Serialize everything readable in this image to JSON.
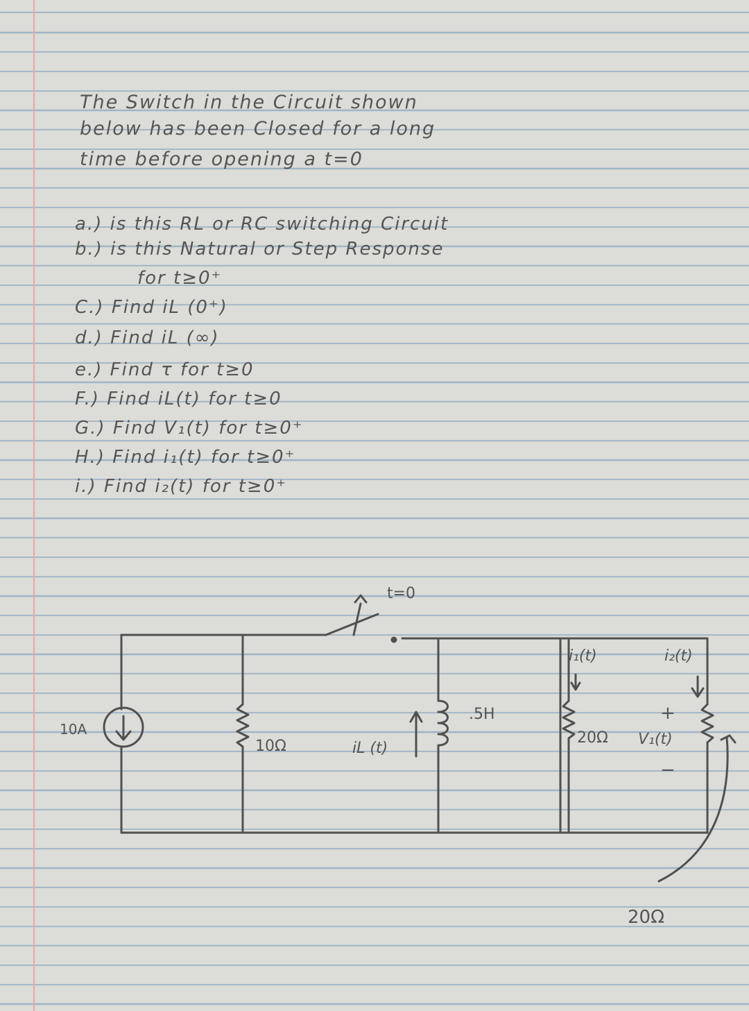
{
  "intro": {
    "line1": "The Switch in the      Circuit shown",
    "line2": "below has been Closed  for a long",
    "line3": "time before opening  a   t=0"
  },
  "questions": [
    "a.) is this RL or RC switching Circuit",
    "b.) is this Natural or Step Response",
    "for  t≥0⁺",
    "C.) Find  iL (0⁺)",
    "d.) Find iL (∞)",
    "e.) Find  τ for    t≥0",
    "F.) Find  iL(t) for t≥0",
    "G.) Find  V₁(t) for t≥0⁺",
    "H.) Find  i₁(t) for t≥0⁺",
    "i.) Find  i₂(t) for t≥0⁺"
  ],
  "circuit": {
    "switch_label": "t=0",
    "source_label": "10A",
    "r1_label": "10Ω",
    "iL_label": "iL (t)",
    "inductor_label": ".5H",
    "i1_label": "i₁(t)",
    "i2_label": "i₂(t)",
    "r2_label": "20Ω",
    "v1_label": "V₁(t)",
    "plus": "+",
    "minus": "−",
    "r3_label": "20Ω"
  },
  "colors": {
    "ink": "#505050",
    "rule": "#9fb4c6",
    "margin": "#e8a6a6"
  }
}
